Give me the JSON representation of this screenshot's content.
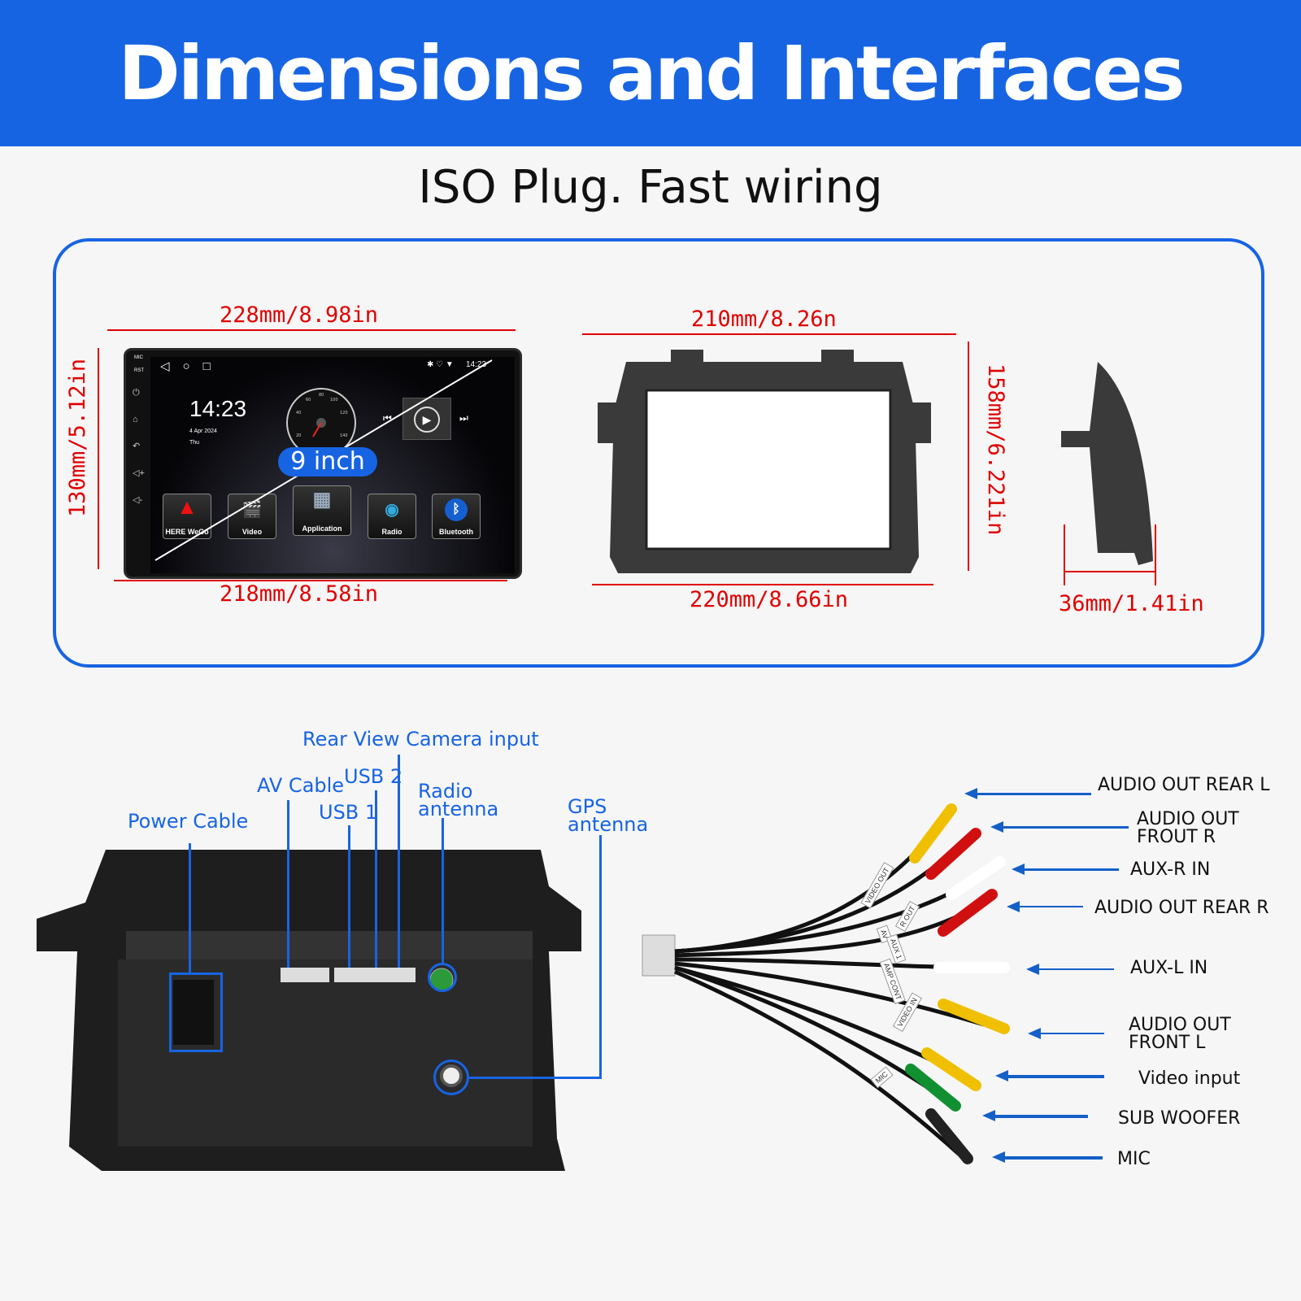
{
  "header": {
    "title": "Dimensions and Interfaces",
    "subtitle": "ISO Plug. Fast wiring"
  },
  "dimensions": {
    "unit_top": "228mm/8.98in",
    "unit_bottom": "218mm/8.58in",
    "unit_height": "130mm/5.12in",
    "frame_top": "210mm/8.26n",
    "frame_bottom": "220mm/8.66in",
    "frame_height": "158mm/6.221in",
    "depth": "36mm/1.41in"
  },
  "screen": {
    "side_labels": [
      "MIC",
      "RST"
    ],
    "status_time": "14:23",
    "clock": "14:23",
    "date": "4 Apr 2024",
    "weekday": "Thu",
    "size_badge": "9 inch",
    "gauge_ticks": [
      "20",
      "40",
      "60",
      "80",
      "100",
      "120",
      "140"
    ],
    "apps": [
      {
        "label": "HERE WeGo",
        "icon": "navigation-arrow-icon"
      },
      {
        "label": "Video",
        "icon": "video-clapper-icon"
      },
      {
        "label": "Application",
        "icon": "app-grid-icon"
      },
      {
        "label": "Radio",
        "icon": "radio-antenna-icon"
      },
      {
        "label": "Bluetooth",
        "icon": "bluetooth-icon"
      }
    ]
  },
  "interfaces": {
    "rear_camera": "Rear View Camera input",
    "av_cable": "AV Cable",
    "usb2": "USB 2",
    "usb1": "USB 1",
    "radio": [
      "Radio",
      "antenna"
    ],
    "gps": [
      "GPS",
      "antenna"
    ],
    "power": "Power Cable"
  },
  "cable_tags": [
    "VIDEO OUT",
    "R OUT",
    "AV",
    "AUX 1",
    "AMP CONT",
    "VIDEO IN",
    "MIC"
  ],
  "cables": [
    {
      "label": [
        "AUDIO OUT REAR L"
      ],
      "color": "#f0c000"
    },
    {
      "label": [
        "AUDIO OUT",
        "FROUT R"
      ],
      "color": "#d01010"
    },
    {
      "label": [
        "AUX-R IN"
      ],
      "color": "#ffffff"
    },
    {
      "label": [
        "AUDIO OUT REAR R"
      ],
      "color": "#d01010"
    },
    {
      "label": [
        "AUX-L IN"
      ],
      "color": "#ffffff"
    },
    {
      "label": [
        "AUDIO OUT",
        "FRONT L"
      ],
      "color": "#f0c000"
    },
    {
      "label": [
        "Video input"
      ],
      "color": "#f0c000"
    },
    {
      "label": [
        "SUB WOOFER"
      ],
      "color": "#109030"
    },
    {
      "label": [
        "MIC"
      ],
      "color": "#222222"
    }
  ]
}
